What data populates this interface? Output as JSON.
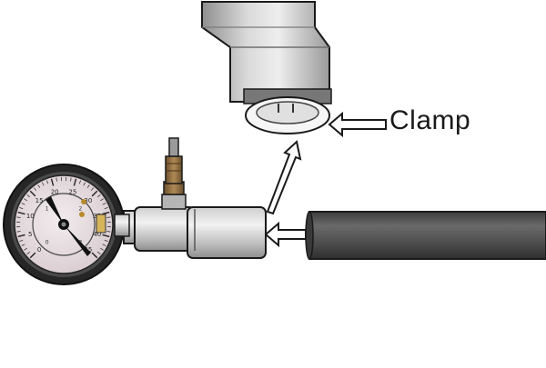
{
  "labels": {
    "clamp": "Clamp"
  },
  "gauge": {
    "outer_scale": [
      "0",
      "5",
      "10",
      "15",
      "20",
      "25",
      "30",
      "35",
      "40",
      "45"
    ],
    "inner_scale": [
      "0",
      "1",
      "2",
      "3"
    ]
  },
  "colors": {
    "gauge_rim": "#262626",
    "gauge_face": "#e9dfe2",
    "metal_light": "#e8e8e8",
    "metal_dark": "#8f8f8f",
    "hose": "#4a4a4a",
    "valve_brass": "#8a6a3e",
    "needle": "#111111",
    "outline": "#1a1a1a"
  }
}
